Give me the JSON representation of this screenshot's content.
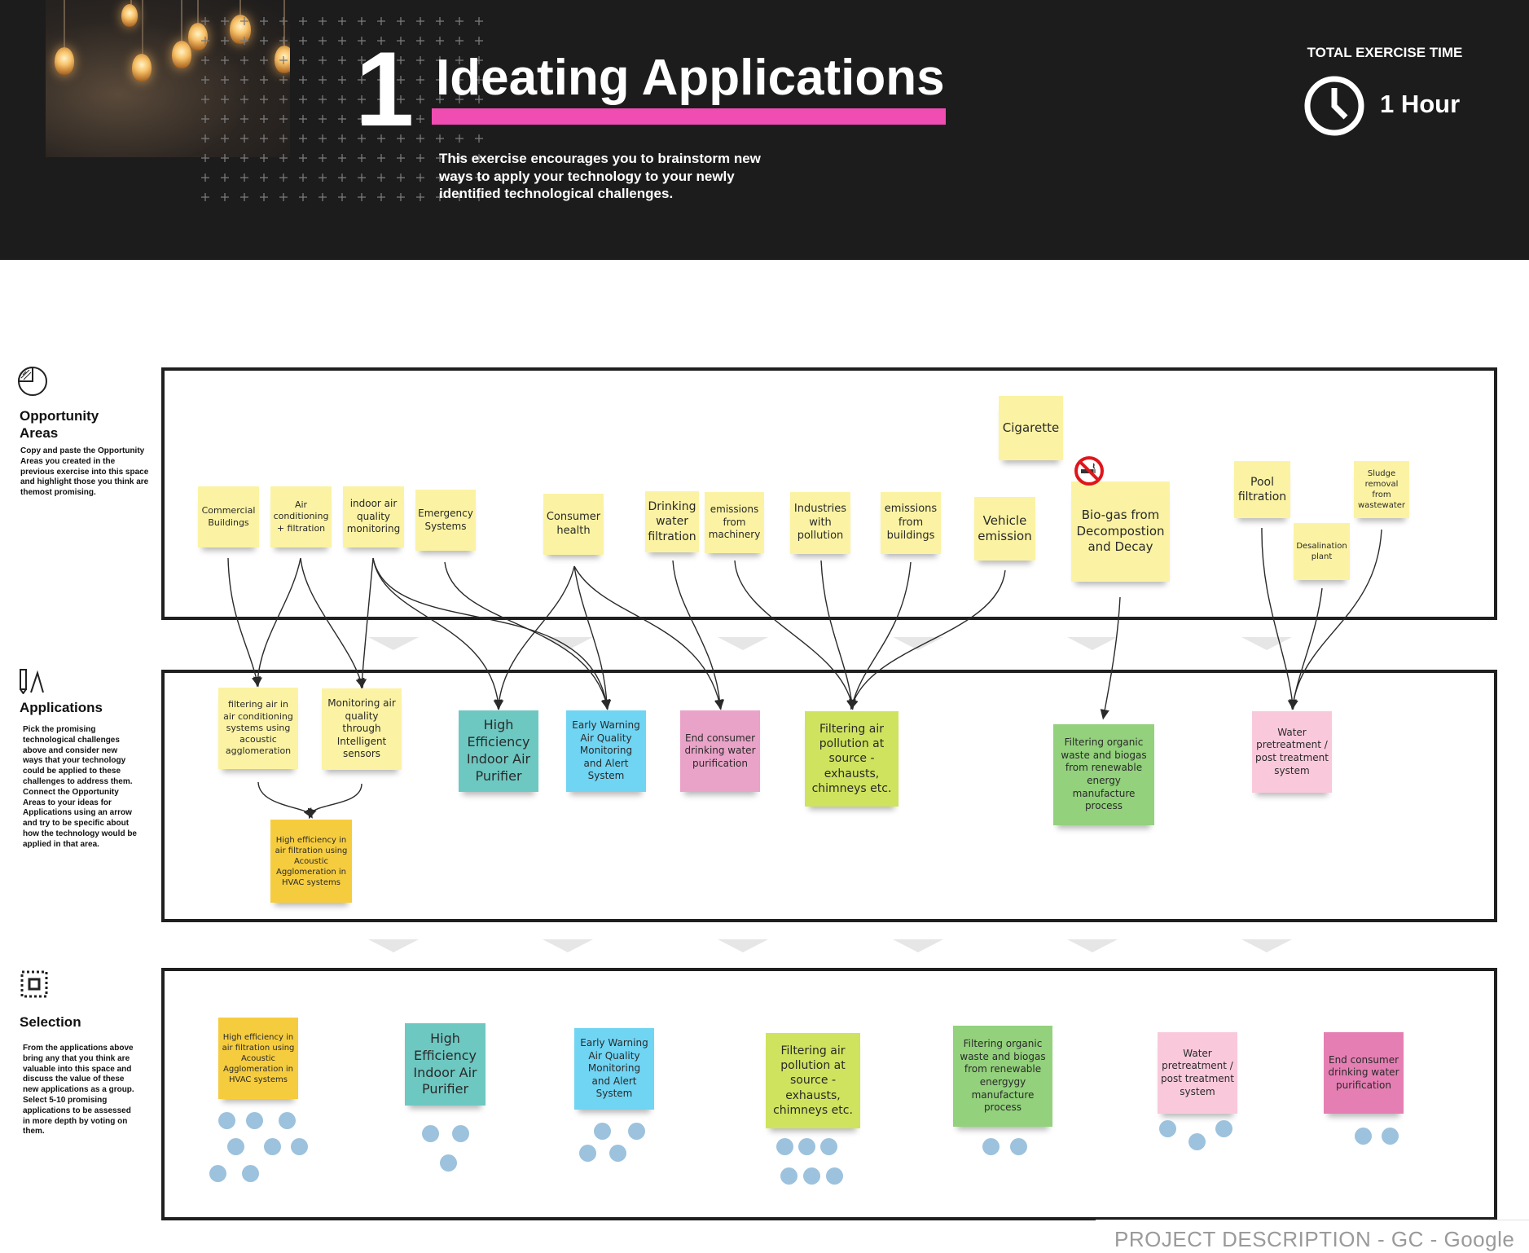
{
  "header": {
    "number": "1",
    "title": "Ideating Applications",
    "description": "This exercise encourages you to brainstorm new ways to apply your technology to your newly identified technological challenges.",
    "time_label": "TOTAL EXERCISE TIME",
    "time_value": "1 Hour",
    "accent_color": "#ef4db2",
    "background_color": "#1c1c1c"
  },
  "sections": {
    "opportunity": {
      "icon": "pie-chart-icon",
      "title": "Opportunity Areas",
      "description": "Copy and paste the Opportunity Areas you created in the previous exercise into this space and highlight those you think are themost promising."
    },
    "applications": {
      "icon": "pencil-ruler-icon",
      "title": "Applications",
      "description": "Pick the promising technological challenges above and consider new ways that your technology could be applied to these challenges to address them. Connect the Opportunity Areas to your ideas for Applications using an arrow and try to be specific about how the technology would be applied in that area."
    },
    "selection": {
      "icon": "selection-icon",
      "title": "Selection",
      "description": "From the applications above bring any that you think are valuable into this space and discuss the value of these new applications as a group. Select 5-10 promising applications to be assessed in more depth by voting on them."
    }
  },
  "opportunity_notes": [
    {
      "text": "Commercial Buildings"
    },
    {
      "text": "Air conditioning + filtration"
    },
    {
      "text": "indoor air quality monitoring"
    },
    {
      "text": "Emergency Systems"
    },
    {
      "text": "Consumer health"
    },
    {
      "text": "Drinking water filtration"
    },
    {
      "text": "emissions from machinery"
    },
    {
      "text": "Industries with pollution"
    },
    {
      "text": "emissions from buildings"
    },
    {
      "text": "Vehicle emission"
    },
    {
      "text": "Cigarette"
    },
    {
      "text": "Bio-gas from Decompostion and Decay"
    },
    {
      "text": "Pool filtration"
    },
    {
      "text": "Desalination plant"
    },
    {
      "text": "Sludge removal from wastewater"
    }
  ],
  "application_notes": [
    {
      "text": "filtering air in air conditioning systems using acoustic agglomeration"
    },
    {
      "text": "Monitoring air quality through Intelligent sensors"
    },
    {
      "text": "High Efficiency Indoor Air Purifier"
    },
    {
      "text": "Early Warning Air Quality Monitoring and Alert System"
    },
    {
      "text": "End consumer drinking water purification"
    },
    {
      "text": "Filtering air pollution at source - exhausts, chimneys etc."
    },
    {
      "text": "Filtering organic waste and biogas from renewable energy manufacture process"
    },
    {
      "text": "Water pretreatment / post treatment system"
    },
    {
      "text": "High efficiency in air filtration using Acoustic Agglomeration in HVAC systems"
    }
  ],
  "selection_notes": [
    {
      "text": "High efficiency in air filtration using Acoustic Agglomeration in HVAC systems",
      "votes": 8
    },
    {
      "text": "High Efficiency Indoor Air Purifier",
      "votes": 3
    },
    {
      "text": "Early Warning Air Quality Monitoring and Alert System",
      "votes": 4
    },
    {
      "text": "Filtering air pollution at source - exhausts, chimneys etc.",
      "votes": 6
    },
    {
      "text": "Filtering organic waste and biogas from renewable energygy manufacture process",
      "votes": 2
    },
    {
      "text": "Water pretreatment / post treatment system",
      "votes": 3
    },
    {
      "text": "End consumer drinking water purification",
      "votes": 2
    }
  ],
  "popup": {
    "text": "PROJECT DESCRIPTION - GC - Google"
  }
}
